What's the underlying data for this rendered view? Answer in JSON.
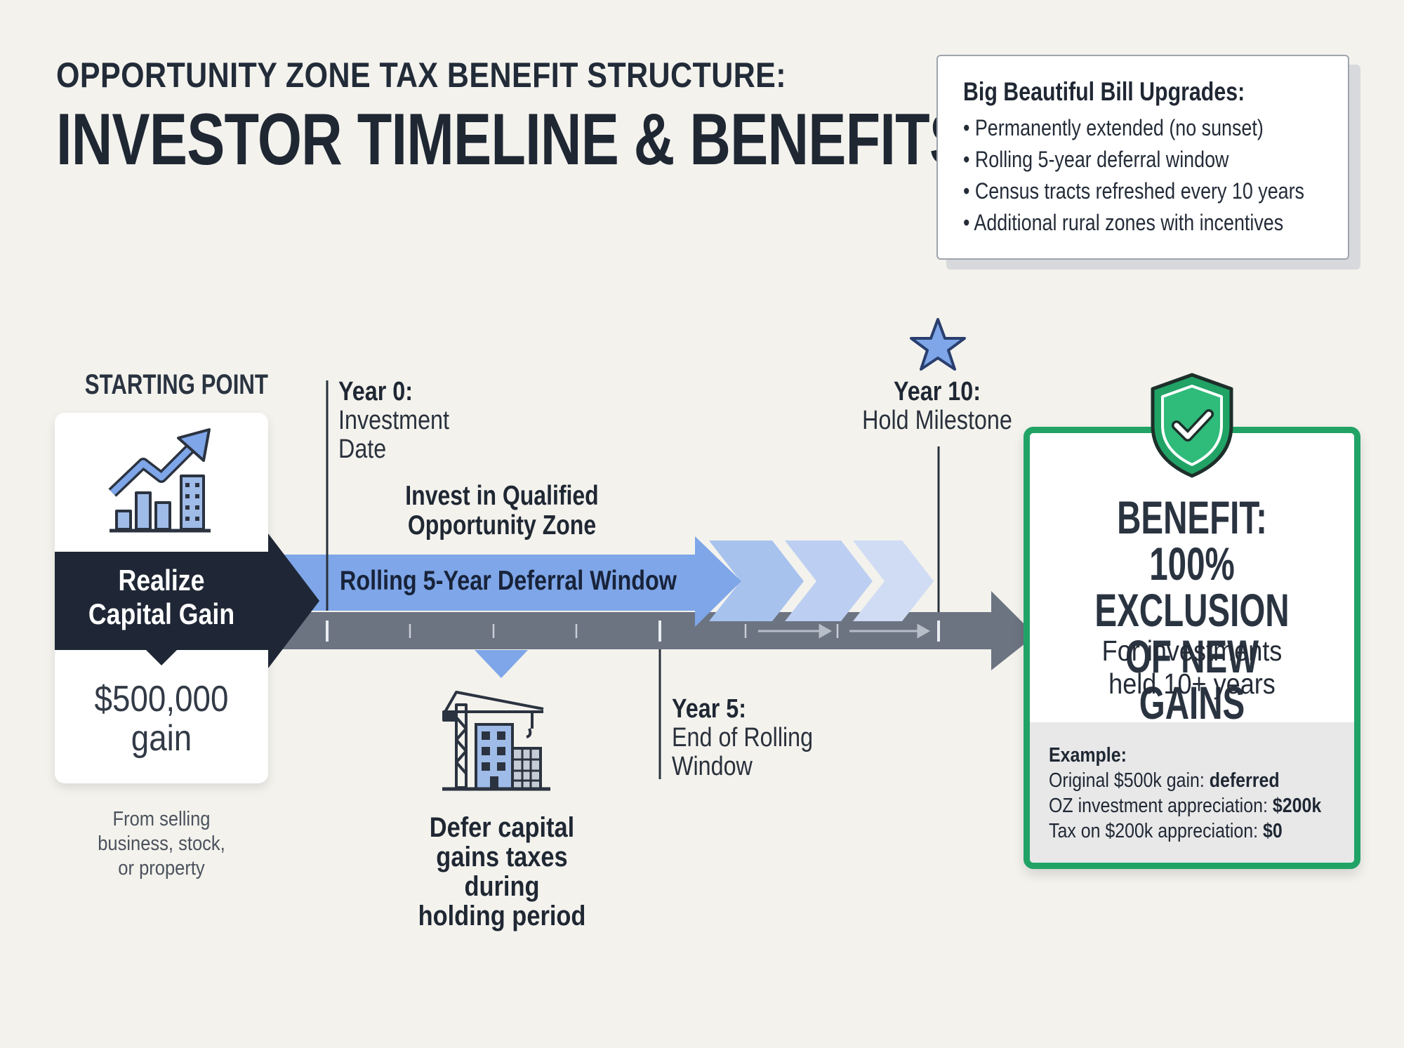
{
  "header": {
    "subtitle": "OPPORTUNITY ZONE TAX BENEFIT STRUCTURE:",
    "title": "INVESTOR TIMELINE & BENEFITS"
  },
  "upgrades": {
    "title": "Big Beautiful Bill Upgrades:",
    "items": [
      "Permanently extended (no sunset)",
      "Rolling 5-year deferral window",
      "Census tracts refreshed every 10 years",
      "Additional rural zones with incentives"
    ]
  },
  "start": {
    "label": "STARTING POINT",
    "banner_line1": "Realize",
    "banner_line2": "Capital Gain",
    "amount": "$500,000",
    "amount_unit": "gain",
    "note_line1": "From selling",
    "note_line2": "business, stock,",
    "note_line3": "or property"
  },
  "timeline": {
    "year0_label": "Year 0:",
    "year0_desc_line1": "Investment",
    "year0_desc_line2": "Date",
    "invest_line1": "Invest in Qualified",
    "invest_line2": "Opportunity Zone",
    "rolling_label": "Rolling 5-Year Deferral Window",
    "year5_label": "Year 5:",
    "year5_desc_line1": "End of Rolling",
    "year5_desc_line2": "Window",
    "year10_label": "Year 10:",
    "year10_desc": "Hold Milestone",
    "defer_line1": "Defer capital",
    "defer_line2": "gains taxes during",
    "defer_line3": "holding period"
  },
  "benefit": {
    "title_line1": "BENEFIT:",
    "title_line2": "100% EXCLUSION",
    "title_line3": "OF NEW GAINS",
    "sub_line1": "For investments",
    "sub_line2": "held 10+ years",
    "example_label": "Example:",
    "ex1_text": "Original $500k gain: ",
    "ex1_value": "deferred",
    "ex2_text": "OZ investment appreciation: ",
    "ex2_value": "$200k",
    "ex3_text": "Tax on $200k appreciation: ",
    "ex3_value": "$0"
  },
  "colors": {
    "background": "#f3f2ed",
    "navy": "#1f2736",
    "blue_arrow": "#7ea6e8",
    "gray_arrow": "#6c7482",
    "green": "#21a366"
  },
  "icons": [
    "growth-chart-icon",
    "construction-crane-icon",
    "star-icon",
    "shield-check-icon"
  ]
}
